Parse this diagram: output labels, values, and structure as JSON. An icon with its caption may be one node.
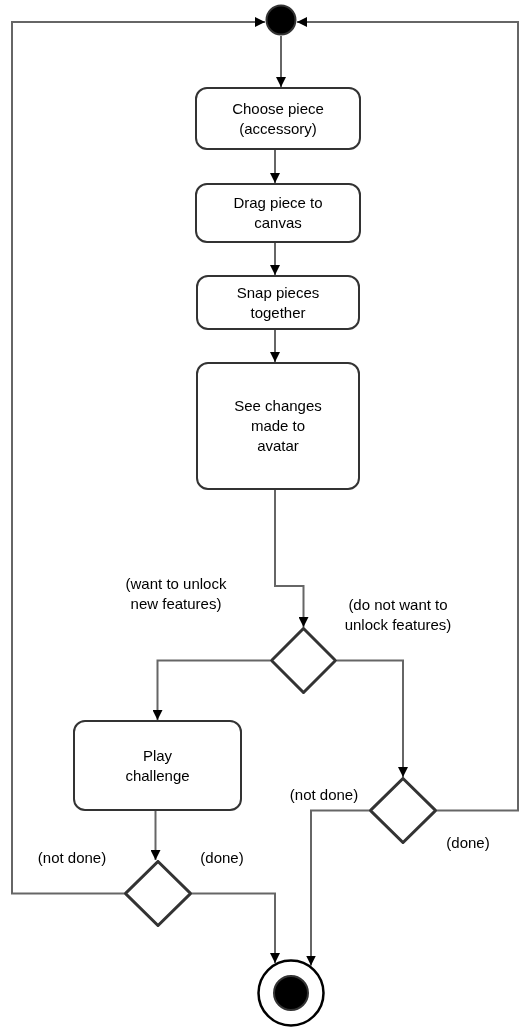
{
  "diagram": {
    "nodes": [
      {
        "text": [],
        "shape": "circle"
      },
      {
        "text": [
          "Choose piece (accessory)"
        ]
      },
      {
        "text": [
          "Drag piece to canvas"
        ]
      },
      {
        "text": [
          "Snap pieces together"
        ]
      },
      {
        "text": [
          "See changes made to avatar"
        ]
      },
      {
        "text": [],
        "shape": "diamond"
      },
      {
        "text": [
          "Play challenge"
        ]
      },
      {
        "text": [],
        "shape": "diamond"
      },
      {
        "text": [],
        "shape": "diamond"
      },
      {
        "text": [],
        "shape": "circle"
      }
    ],
    "edges": [
      {
        "from": 0,
        "to": 1,
        "arrow": "to"
      },
      {
        "from": 1,
        "to": 2,
        "arrow": "to"
      },
      {
        "from": 2,
        "to": 3,
        "arrow": "to"
      },
      {
        "from": 3,
        "to": 4,
        "arrow": "to"
      },
      {
        "from": 4,
        "to": 5,
        "arrow": "to"
      },
      {
        "from": 5,
        "to": 6,
        "arrow": "to",
        "label": "(want to unlock new features)"
      },
      {
        "from": 5,
        "to": 7,
        "arrow": "to",
        "label": "(do not want to unlock features)"
      },
      {
        "from": 6,
        "to": 8,
        "arrow": "to"
      },
      {
        "from": 8,
        "to": 0,
        "arrow": "to",
        "label": "(not done)"
      },
      {
        "from": 8,
        "to": 9,
        "arrow": "to",
        "label": "(done)"
      },
      {
        "from": 7,
        "to": 9,
        "arrow": "to",
        "label": "(not done)"
      },
      {
        "from": 7,
        "to": 0,
        "arrow": "to",
        "label": "(done)"
      }
    ]
  }
}
